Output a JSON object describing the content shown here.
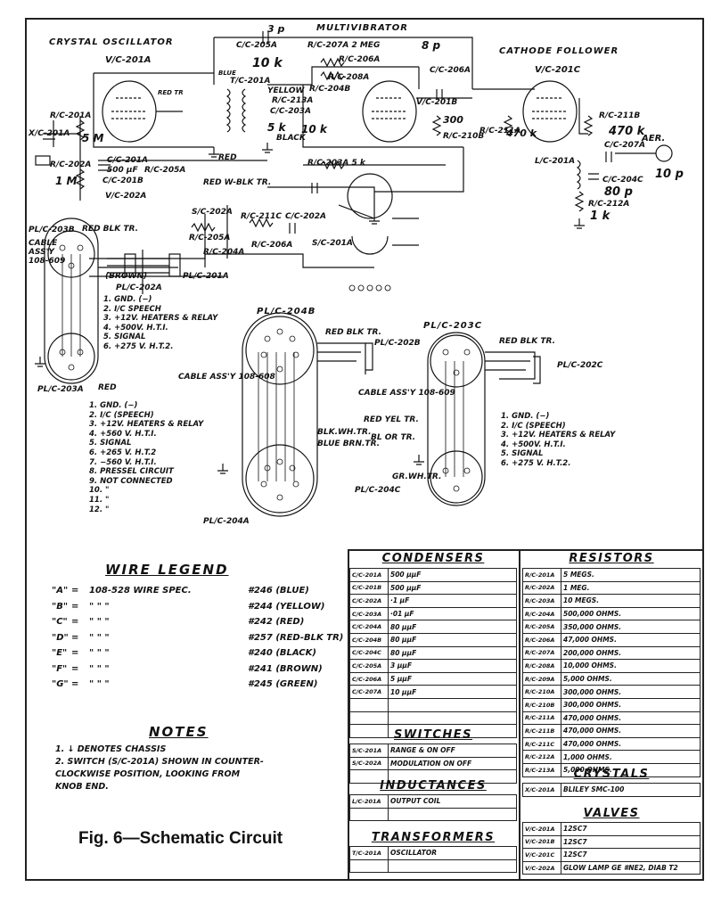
{
  "header": {
    "crystal_oscillator": "CRYSTAL OSCILLATOR",
    "multivibrator": "MULTIVIBRATOR",
    "cathode_follower": "CATHODE FOLLOWER"
  },
  "schematic_labels": {
    "vc201a": "V/C-201A",
    "vc201b": "V/C-201B",
    "vc201c": "V/C-201C",
    "cc205a": "C/C-205A",
    "cap_3p": "3 p",
    "rc207a_2meg": "R/C-207A 2 MEG",
    "cap_8p": "8 p",
    "rc206a": "R/C-206A",
    "rc204b": "R/C-204B",
    "rc208a": "R/C-208A",
    "res_10k_a": "10 k",
    "res_10k_b": "10 k",
    "tc201a": "T/C-201A",
    "yellow": "YELLOW",
    "blue": "BLUE",
    "red_tr": "RED TR",
    "rc213a": "R/C-213A",
    "cc203a": "C/C-203A",
    "black": "BLACK",
    "res_5k": "5 k",
    "cc206a": "C/C-206A",
    "cap_300": "300",
    "rc210b": "R/C-210B",
    "rc211a": "R/C-211A",
    "res_470k": "470 k",
    "rc211b": "R/C-211B",
    "res_470k_b": "470 k",
    "cc207a": "C/C-207A",
    "aer": "AER.",
    "cap_10p": "10 p",
    "cc204c": "C/C-204C",
    "cap_80p": "80 p",
    "rc212a": "R/C-212A",
    "res_1k": "1 k",
    "lc201a": "L/C-201A",
    "rc201a": "R/C-201A",
    "xc201a": "X/C-201A",
    "res_5m": "5 M",
    "rc202a": "R/C-202A",
    "res_1m": "1 M",
    "cc201a": "C/C-201A",
    "cap_500uf": "500 µF",
    "cc201b": "C/C-201B",
    "vc202a": "V/C-202A",
    "rc205a_top": "R/C-205A",
    "red": "RED",
    "red_wblk": "RED W-BLK TR.",
    "rc203a": "R/C-203A 5 k",
    "sc202a": "S/C-202A",
    "rc211c": "R/C-211C",
    "cc202a": "C/C-202A",
    "rc205a": "R/C-205A",
    "rc206a_b": "R/C-206A",
    "sc201a": "S/C-201A",
    "rc204a": "R/C-204A",
    "pl203b": "PL/C-203B",
    "red_blk_tr": "RED BLK TR.",
    "cable_assy": "CABLE ASS'Y 108-609",
    "pl202a": "PL/C-202A",
    "pl201a": "PL/C-201A",
    "brown": "(BROWN)",
    "pl203a": "PL/C-203A",
    "red_b": "RED",
    "pl204b": "PL/C-204B",
    "pl203c": "PL/C-203C",
    "pl202b": "PL/C-202B",
    "pl202c": "PL/C-202C",
    "pl204a": "PL/C-204A",
    "pl204c": "PL/C-204C",
    "cable_608": "CABLE ASS'Y 108-608",
    "cable_609": "CABLE ASS'Y 108-609",
    "gr_wh_tr": "GR.WH.TR.",
    "red_yel_tr": "RED YEL TR.",
    "bl_or_tr": "BL OR TR.",
    "blk_wh_tr": "BLK.WH.TR.",
    "blue_brn_tr": "BLUE BRN.TR."
  },
  "pin_legend_small": [
    "1. GND. (−)",
    "2. I/C SPEECH",
    "3. +12V. HEATERS & RELAY",
    "4. +500V. H.T.I.",
    "5. SIGNAL",
    "6. +275 V. H.T.2."
  ],
  "pin_legend_204": [
    "1.  GND. (−)",
    "2.  I/C (SPEECH)",
    "3.  +12V. HEATERS & RELAY",
    "4.  +560 V. H.T.I.",
    "5.  SIGNAL",
    "6.  +265 V. H.T.2",
    "7.  −560 V. H.T.I.",
    "8.  PRESSEL CIRCUIT",
    "9.  NOT CONNECTED",
    "10.      \"",
    "11.      \"",
    "12.      \""
  ],
  "pin_legend_203c": [
    "1. GND. (−)",
    "2. I/C (SPEECH)",
    "3. +12V. HEATERS & RELAY",
    "4. +500V. H.T.I.",
    "5. SIGNAL",
    "6. +275 V. H.T.2."
  ],
  "wire_legend": {
    "title": "WIRE LEGEND",
    "rows": [
      {
        "code": "\"A\"",
        "eq": "=",
        "spec": "108-528  WIRE  SPEC.",
        "value": "#246 (BLUE)"
      },
      {
        "code": "\"B\"",
        "eq": "=",
        "spec": "\"      \"      \"",
        "value": "#244 (YELLOW)"
      },
      {
        "code": "\"C\"",
        "eq": "=",
        "spec": "\"      \"      \"",
        "value": "#242 (RED)"
      },
      {
        "code": "\"D\"",
        "eq": "=",
        "spec": "\"      \"      \"",
        "value": "#257 (RED-BLK TR)"
      },
      {
        "code": "\"E\"",
        "eq": "=",
        "spec": "\"      \"      \"",
        "value": "#240 (BLACK)"
      },
      {
        "code": "\"F\"",
        "eq": "=",
        "spec": "\"      \"      \"",
        "value": "#241 (BROWN)"
      },
      {
        "code": "\"G\"",
        "eq": "=",
        "spec": "\"      \"      \"",
        "value": "#245 (GREEN)"
      }
    ]
  },
  "notes": {
    "title": "NOTES",
    "items": [
      "1.  ↓  DENOTES CHASSIS",
      "2.  SWITCH (S/C-201A) SHOWN IN COUNTER-",
      "     CLOCKWISE POSITION, LOOKING FROM",
      "     KNOB END."
    ]
  },
  "caption": "Fig. 6—Schematic Circuit",
  "condensers": {
    "title": "CONDENSERS",
    "rows": [
      [
        "C/C-201A",
        "500 µµF"
      ],
      [
        "C/C-201B",
        "500 µµF"
      ],
      [
        "C/C-202A",
        "·1 µF"
      ],
      [
        "C/C-203A",
        "·01 µF"
      ],
      [
        "C/C-204A",
        "80 µµF"
      ],
      [
        "C/C-204B",
        "80 µµF"
      ],
      [
        "C/C-204C",
        "80 µµF"
      ],
      [
        "C/C-205A",
        "3 µµF"
      ],
      [
        "C/C-206A",
        "5 µµF"
      ],
      [
        "C/C-207A",
        "10 µµF"
      ],
      [
        "",
        ""
      ],
      [
        "",
        ""
      ],
      [
        "",
        ""
      ]
    ]
  },
  "switches": {
    "title": "SWITCHES",
    "rows": [
      [
        "S/C-201A",
        "RANGE & ON OFF"
      ],
      [
        "S/C-202A",
        "MODULATION ON OFF"
      ],
      [
        "",
        ""
      ]
    ]
  },
  "inductances": {
    "title": "INDUCTANCES",
    "rows": [
      [
        "L/C-201A",
        "OUTPUT COIL"
      ],
      [
        "",
        ""
      ]
    ]
  },
  "transformers": {
    "title": "TRANSFORMERS",
    "rows": [
      [
        "T/C-201A",
        "OSCILLATOR"
      ],
      [
        "",
        ""
      ]
    ]
  },
  "resistors": {
    "title": "RESISTORS",
    "rows": [
      [
        "R/C-201A",
        "5 MEGS."
      ],
      [
        "R/C-202A",
        "1 MEG."
      ],
      [
        "R/C-203A",
        "10 MEGS."
      ],
      [
        "R/C-204A",
        "500,000  OHMS."
      ],
      [
        "R/C-205A",
        "350,000  OHMS."
      ],
      [
        "R/C-206A",
        "47,000  OHMS."
      ],
      [
        "R/C-207A",
        "200,000  OHMS."
      ],
      [
        "R/C-208A",
        "10,000  OHMS."
      ],
      [
        "R/C-209A",
        "5,000  OHMS."
      ],
      [
        "R/C-210A",
        "300,000  OHMS."
      ],
      [
        "R/C-210B",
        "300,000  OHMS."
      ],
      [
        "R/C-211A",
        "470,000  OHMS."
      ],
      [
        "R/C-211B",
        "470,000  OHMS."
      ],
      [
        "R/C-211C",
        "470,000  OHMS."
      ],
      [
        "R/C-212A",
        "1,000  OHMS."
      ],
      [
        "R/C-213A",
        "5,000  OHMS."
      ]
    ]
  },
  "crystals": {
    "title": "CRYSTALS",
    "rows": [
      [
        "X/C-201A",
        "BLILEY SMC-100"
      ]
    ]
  },
  "valves": {
    "title": "VALVES",
    "rows": [
      [
        "V/C-201A",
        "12SC7"
      ],
      [
        "V/C-201B",
        "12SC7"
      ],
      [
        "V/C-201C",
        "12SC7"
      ],
      [
        "V/C-202A",
        "GLOW LAMP GE #NE2, DIAB T2"
      ]
    ]
  }
}
